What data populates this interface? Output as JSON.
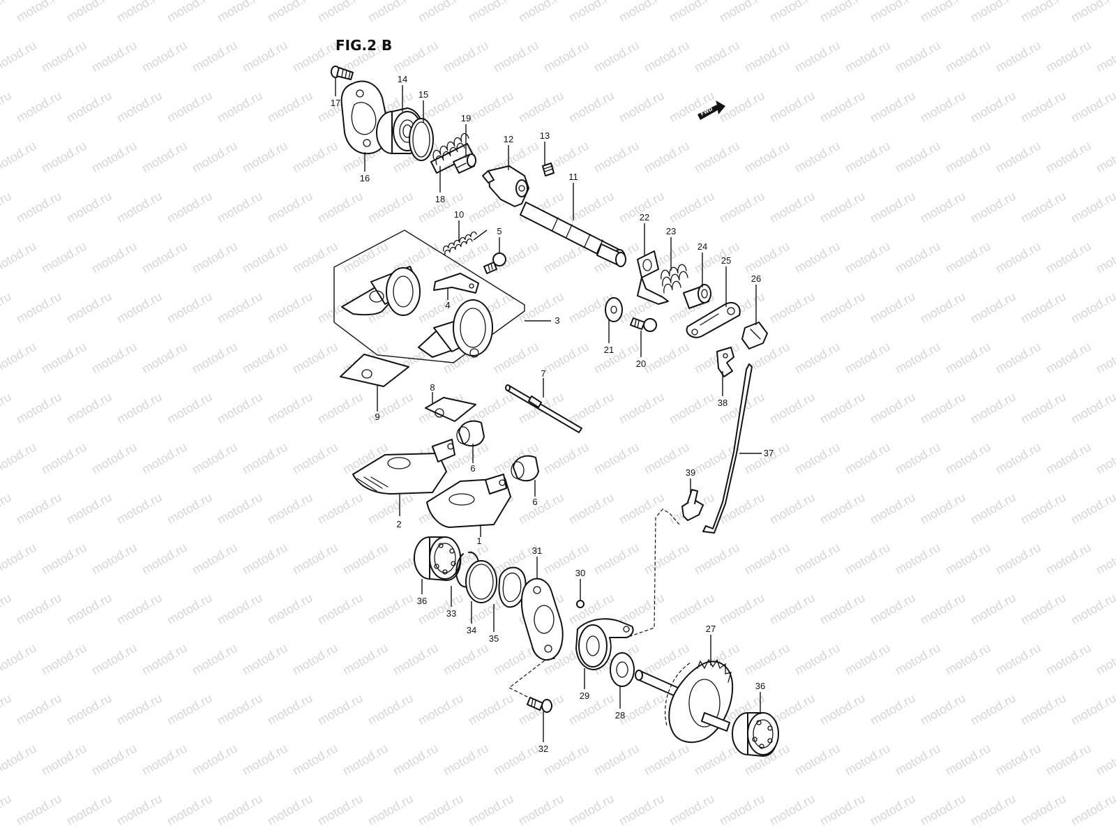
{
  "figure_title": "FIG.2 B",
  "fwd_label": "FWD",
  "watermark_text": "motod.ru",
  "colors": {
    "line": "#111111",
    "watermark": "#d6d6d6",
    "background": "#ffffff"
  },
  "callouts": {
    "c1": "1",
    "c2": "2",
    "c3": "3",
    "c4": "4",
    "c5": "5",
    "c6a": "6",
    "c6b": "6",
    "c7": "7",
    "c8": "8",
    "c9": "9",
    "c10": "10",
    "c11": "11",
    "c12": "12",
    "c13": "13",
    "c14": "14",
    "c15": "15",
    "c16": "16",
    "c17": "17",
    "c18": "18",
    "c19": "19",
    "c20": "20",
    "c21": "21",
    "c22": "22",
    "c23": "23",
    "c24": "24",
    "c25": "25",
    "c26": "26",
    "c27": "27",
    "c28": "28",
    "c29": "29",
    "c30": "30",
    "c31": "31",
    "c32": "32",
    "c33": "33",
    "c34": "34",
    "c35": "35",
    "c36a": "36",
    "c36b": "36",
    "c37": "37",
    "c38": "38",
    "c39": "39"
  }
}
